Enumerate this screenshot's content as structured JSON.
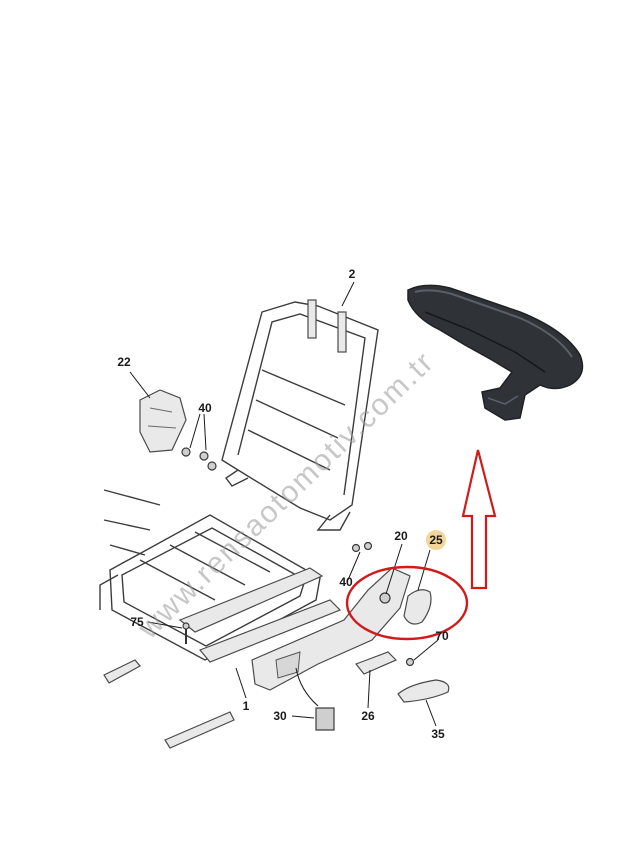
{
  "watermark": "www.rensaotomotiv.com.tr",
  "callouts": {
    "c2": "2",
    "c22": "22",
    "c40a": "40",
    "c40b": "40",
    "c20": "20",
    "c25": "25",
    "c75": "75",
    "c70": "70",
    "c1": "1",
    "c30": "30",
    "c26": "26",
    "c35": "35"
  },
  "highlight": {
    "part_number": "25",
    "circle_color": "#d21a1a",
    "arrow_color": "#d21a1a",
    "badge_color": "#f3d59a"
  },
  "photo": {
    "part_color": "#2f3338"
  }
}
